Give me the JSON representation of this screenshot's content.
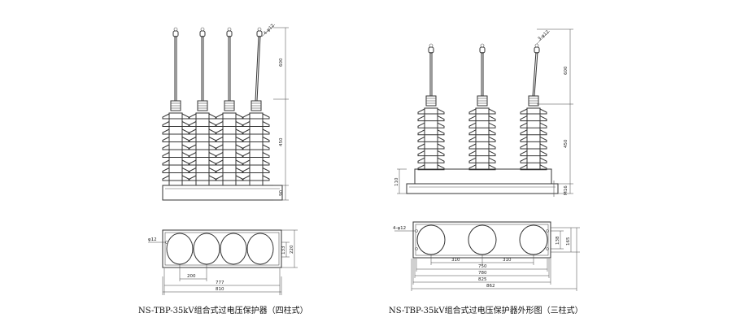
{
  "left": {
    "caption": "NS-TBP-35kV组合式过电压保护器（四柱式）",
    "front_dims": {
      "rod": "600",
      "body": "450",
      "base": "90",
      "cap_label": "4-φ12"
    },
    "top_dims": {
      "hole": "φ12",
      "pitch": "200",
      "inner": "777",
      "overall": "810",
      "h_small": "133",
      "h_large": "220"
    }
  },
  "right": {
    "caption": "NS-TBP-35kV组合式过电压保护器外形图（三柱式）",
    "front_dims": {
      "rod": "600",
      "body": "450",
      "base_left": "110",
      "base_right": "M16",
      "cap_label": "3-φ12"
    },
    "top_dims": {
      "holes": "4-φ12",
      "pitch1": "310",
      "pitch2": "310",
      "d1": "750",
      "d2": "780",
      "d3": "825",
      "d4": "862",
      "h_small": "138",
      "h_large": "165"
    }
  }
}
